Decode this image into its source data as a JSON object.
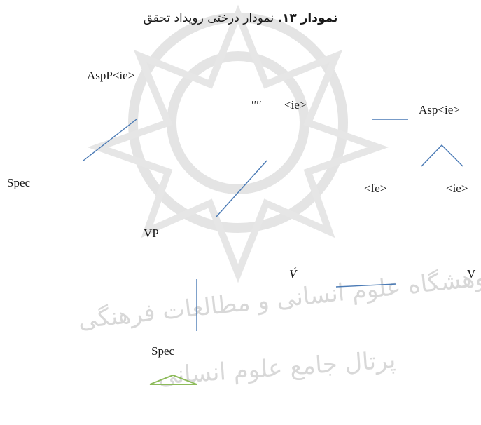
{
  "title": {
    "bold": "نمودار ۱۳.",
    "text": " نمودار درختی رویداد تحقق"
  },
  "nodes": {
    "asp_p": "AspP<ie>",
    "quote_mark": "''''",
    "ie_top": "<ie>",
    "asp": "Asp<ie>",
    "spec_left": "Spec",
    "fe": "<fe>",
    "ie_right": "<ie>",
    "vp": "VP",
    "v_bar": "V́",
    "v": "V",
    "spec_bottom": "Spec"
  },
  "watermark": {
    "line1": "پژوهشگاه علوم انسانی و مطالعات فرهنگی",
    "line2": "پرتال جامع علوم انسانی"
  },
  "colors": {
    "branch": "#4a7ab5",
    "triangle": "#8dbb5a",
    "watermark": "#d8d8d8"
  }
}
